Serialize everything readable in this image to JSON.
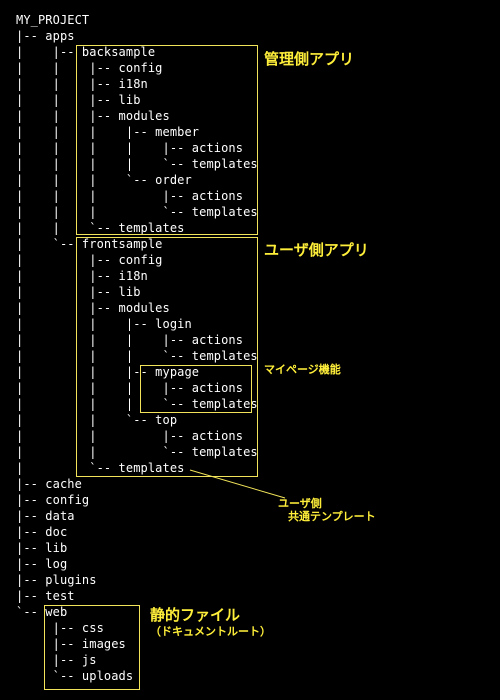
{
  "tree_lines": [
    "MY_PROJECT",
    "|-- apps",
    "|    |-- backsample",
    "|    |    |-- config",
    "|    |    |-- i18n",
    "|    |    |-- lib",
    "|    |    |-- modules",
    "|    |    |    |-- member",
    "|    |    |    |    |-- actions",
    "|    |    |    |    `-- templates",
    "|    |    |    `-- order",
    "|    |    |         |-- actions",
    "|    |    |         `-- templates",
    "|    |    `-- templates",
    "|    `-- frontsample",
    "|         |-- config",
    "|         |-- i18n",
    "|         |-- lib",
    "|         |-- modules",
    "|         |    |-- login",
    "|         |    |    |-- actions",
    "|         |    |    `-- templates",
    "|         |    |-- mypage",
    "|         |    |    |-- actions",
    "|         |    |    `-- templates",
    "|         |    `-- top",
    "|         |         |-- actions",
    "|         |         `-- templates",
    "|         `-- templates",
    "|-- cache",
    "|-- config",
    "|-- data",
    "|-- doc",
    "|-- lib",
    "|-- log",
    "|-- plugins",
    "|-- test",
    "`-- web",
    "     |-- css",
    "     |-- images",
    "     |-- js",
    "     `-- uploads"
  ],
  "annotations": {
    "backend_app": "管理側アプリ",
    "frontend_app": "ユーザ側アプリ",
    "mypage_feature": "マイページ機能",
    "shared_templates_line1": "ユーザ側",
    "shared_templates_line2": "共通テンプレート",
    "static_files": "静的ファイル",
    "static_files_note": "（ドキュメントルート）"
  },
  "colors": {
    "background": "#000000",
    "text": "#ffffff",
    "highlight_border": "#f2e45a",
    "annotation": "#ffef3a"
  }
}
